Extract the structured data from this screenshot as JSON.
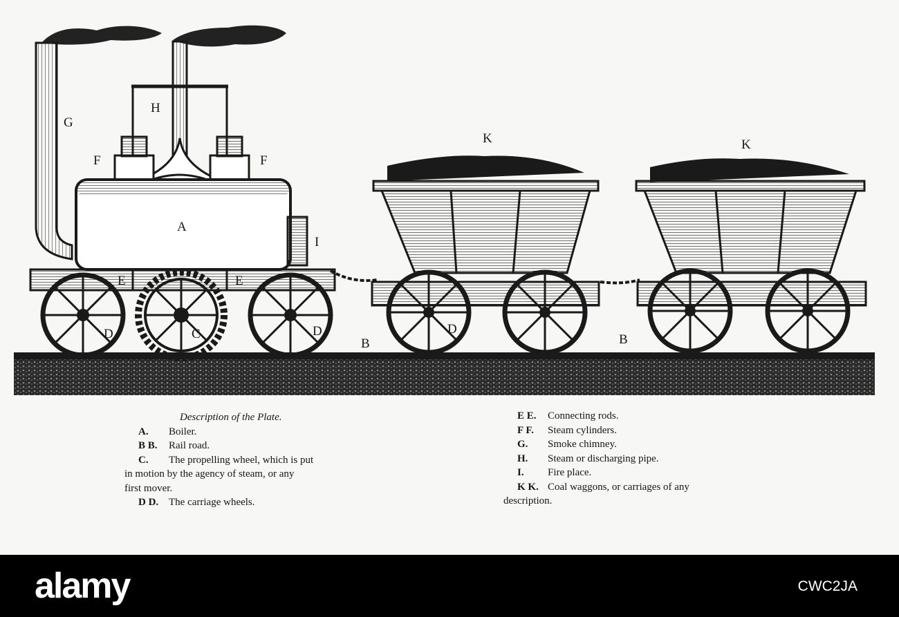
{
  "plate": {
    "labels": {
      "G": "G",
      "H": "H",
      "F_left": "F",
      "F_right": "F",
      "A": "A",
      "I": "I",
      "E_left": "E",
      "E_right": "E",
      "C": "C",
      "D_1": "D",
      "D_2": "D",
      "D_3": "D",
      "B_1": "B",
      "B_2": "B",
      "K_1": "K",
      "K_2": "K"
    },
    "colors": {
      "ink": "#1a1a1a",
      "paper": "#f7f7f5",
      "footer": "#000000"
    }
  },
  "description": {
    "title": "Description of the Plate.",
    "left_items": [
      {
        "key": "A.",
        "text": "Boiler."
      },
      {
        "key": "B B.",
        "text": "Rail road."
      },
      {
        "key": "C.",
        "text": "The propelling wheel, which is put"
      }
    ],
    "left_continuation_1": "in motion by the agency of steam, or any",
    "left_continuation_2": "first mover.",
    "left_last": {
      "key": "D D.",
      "text": "The carriage wheels."
    },
    "right_items": [
      {
        "key": "E E.",
        "text": "Connecting rods."
      },
      {
        "key": "F F.",
        "text": "Steam cylinders."
      },
      {
        "key": "G.",
        "text": "Smoke chimney."
      },
      {
        "key": "H.",
        "text": "Steam or discharging pipe."
      },
      {
        "key": "I.",
        "text": "Fire place."
      },
      {
        "key": "K K.",
        "text": "Coal waggons, or carriages of any"
      }
    ],
    "right_continuation": "description."
  },
  "footer": {
    "logo": "alamy",
    "stock_id": "CWC2JA"
  }
}
